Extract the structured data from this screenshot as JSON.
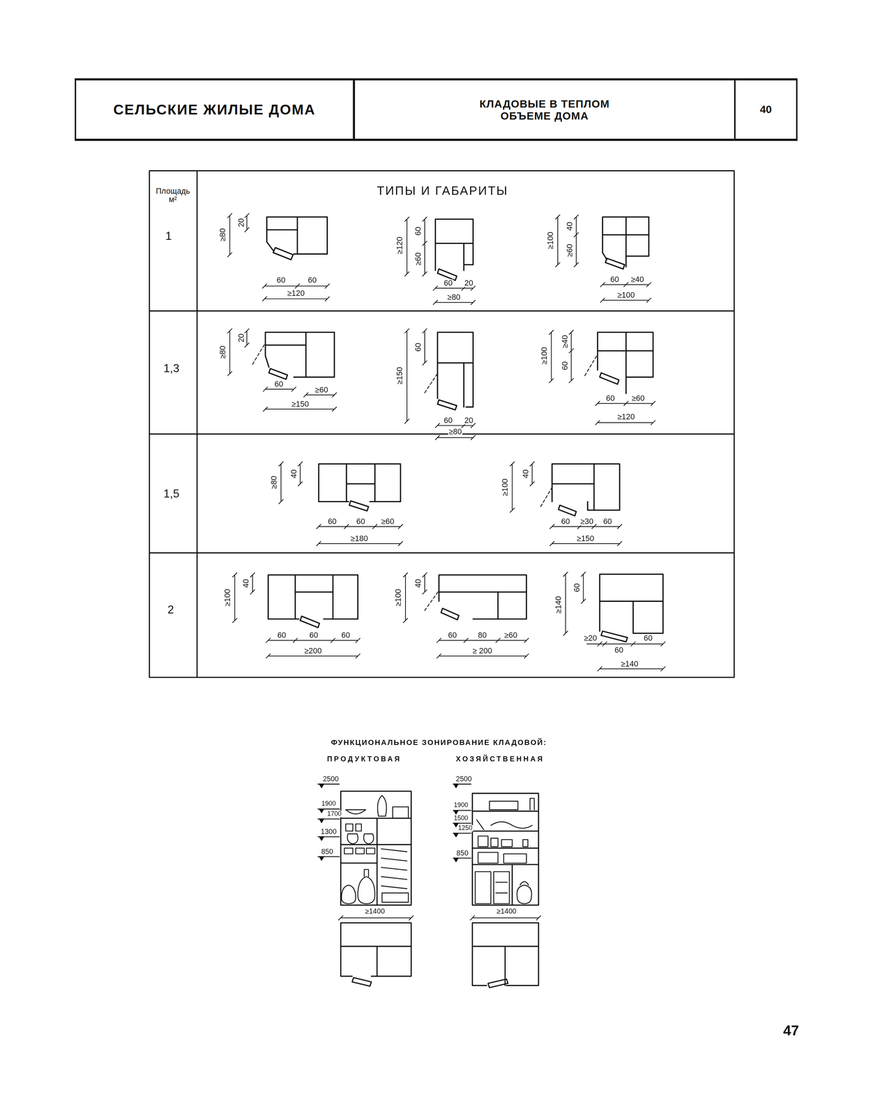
{
  "diagram": {
    "nodes": [
      {
        "text": [
          "СЕЛЬСКИЕ ЖИЛЫЕ ДОМА"
        ]
      },
      {
        "text": [
          "КЛАДОВЫЕ В ТЕПЛОМ ОБЪЕМЕ ДОМА"
        ]
      },
      {
        "text": [
          "40"
        ]
      }
    ],
    "labels": [
      "Площадь м²",
      "ТИПЫ И ГАБАРИТЫ",
      "1",
      "≥80",
      "20",
      "60",
      "60",
      "≥120",
      "≥120",
      "60",
      "≥60",
      "60",
      "20",
      "≥80",
      "≥100",
      "40",
      "≥60",
      "60",
      "≥40",
      "≥100",
      "1,3",
      "≥80",
      "20",
      "60",
      "≥60",
      "≥150",
      "≥150",
      "60",
      "60",
      "20",
      "≥80",
      "≥100",
      "≥40",
      "60",
      "60",
      "≥60",
      "≥120",
      "1,5",
      "≥80",
      "40",
      "60",
      "60",
      "≥60",
      "≥180",
      "≥100",
      "40",
      "60",
      "≥30",
      "60",
      "≥150",
      "2",
      "≥100",
      "40",
      "60",
      "60",
      "60",
      "≥200",
      "≥100",
      "40",
      "60",
      "80",
      "≥60",
      "≥ 200",
      "≥140",
      "60",
      "≥20",
      "60",
      "60",
      "≥140",
      "ФУНКЦИОНАЛЬНОЕ ЗОНИРОВАНИЕ КЛАДОВОЙ:",
      "ПРОДУКТОВАЯ",
      "ХОЗЯЙСТВЕННАЯ",
      "2500",
      "1900",
      "1700",
      "1300",
      "850",
      "≥1400",
      "2500",
      "1900",
      "1500",
      "1250",
      "850",
      "≥1400",
      "47"
    ]
  }
}
